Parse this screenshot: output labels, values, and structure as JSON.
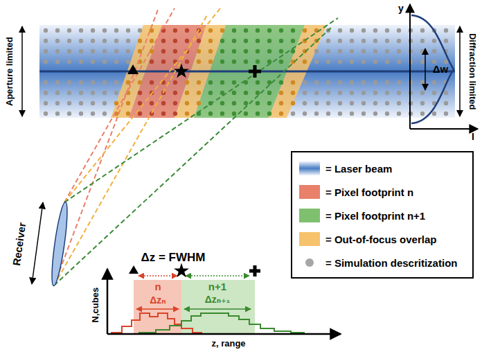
{
  "diagram": {
    "labels": [
      "Aperture limited",
      "Diffraction limited",
      "y",
      "I",
      "Δw",
      "Receiver",
      "Δz = FWHM",
      "n",
      "n+1",
      "N,cubes",
      "z, range",
      "Δzₙ",
      "Δzₙ₊₁"
    ],
    "legend": [
      {
        "text": "= Laser beam",
        "color": "#4a7cc4"
      },
      {
        "text": "= Pixel footprint n",
        "color": "#e8806a"
      },
      {
        "text": "= Pixel footprint n+1",
        "color": "#7fc06f"
      },
      {
        "text": "= Out-of-focus overlap",
        "color": "#f6c26b"
      },
      {
        "text": "= Simulation descritization",
        "color": "#a6a6a6"
      }
    ]
  }
}
